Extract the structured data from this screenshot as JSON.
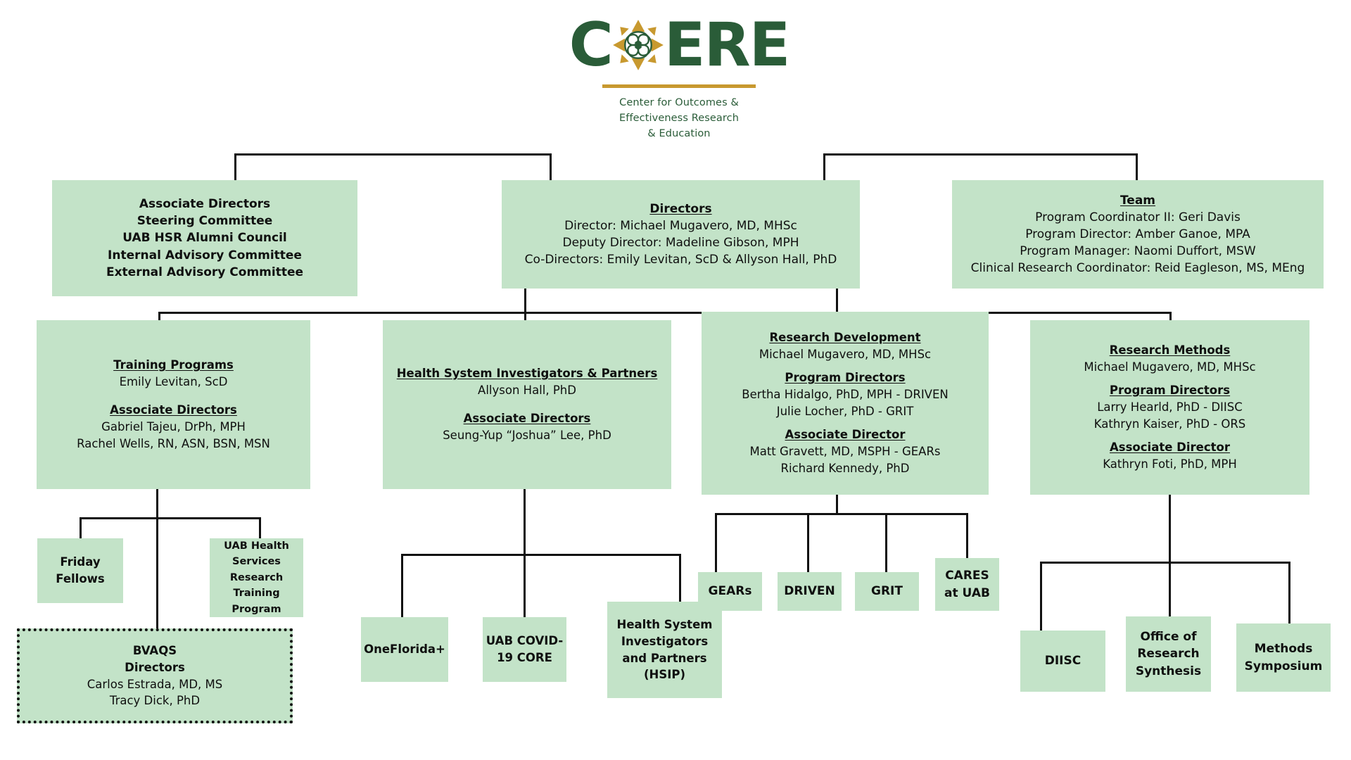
{
  "logo": {
    "wordmark_left": "C",
    "wordmark_right": "ERE",
    "mark_name": "core-floral-medallion-icon",
    "tagline_line1": "Center for Outcomes &",
    "tagline_line2": "Effectiveness Research",
    "tagline_line3": "& Education",
    "colors": {
      "green": "#2a5c38",
      "gold": "#c8992f",
      "box_green": "#c3e3c8",
      "line": "#111111"
    }
  },
  "nodes": {
    "associate_directors": {
      "lines": [
        "Associate Directors",
        "Steering Committee",
        "UAB HSR Alumni Council",
        "Internal Advisory Committee",
        "External Advisory Committee"
      ]
    },
    "directors": {
      "title": "Directors",
      "lines": [
        "Director: Michael Mugavero, MD, MHSc",
        "Deputy Director: Madeline Gibson, MPH",
        "Co-Directors: Emily Levitan, ScD & Allyson Hall, PhD"
      ]
    },
    "team": {
      "title": "Team",
      "lines": [
        "Program Coordinator II: Geri Davis",
        "Program Director: Amber Ganoe, MPA",
        "Program Manager: Naomi Duffort, MSW",
        "Clinical Research Coordinator: Reid Eagleson, MS, MEng"
      ]
    },
    "training_programs": {
      "title": "Training Programs",
      "lead": "Emily Levitan, ScD",
      "subtitle": "Associate Directors",
      "members": [
        "Gabriel Tajeu, DrPh, MPH",
        "Rachel Wells, RN, ASN, BSN, MSN"
      ]
    },
    "health_system": {
      "title": "Health System Investigators & Partners",
      "lead": "Allyson Hall, PhD",
      "subtitle": "Associate Directors",
      "members": [
        "Seung-Yup “Joshua” Lee, PhD"
      ]
    },
    "research_development": {
      "title": "Research Development",
      "lead": "Michael Mugavero, MD, MHSc",
      "subtitle_1": "Program Directors",
      "members_1": [
        "Bertha Hidalgo, PhD, MPH - DRIVEN",
        "Julie Locher, PhD - GRIT"
      ],
      "subtitle_2": "Associate Director",
      "members_2": [
        "Matt Gravett, MD, MSPH - GEARs",
        "Richard Kennedy, PhD"
      ]
    },
    "research_methods": {
      "title": "Research Methods",
      "lead": "Michael Mugavero, MD, MHSc",
      "subtitle_1": "Program Directors",
      "members_1": [
        "Larry Hearld, PhD - DIISC",
        "Kathryn Kaiser, PhD - ORS"
      ],
      "subtitle_2": "Associate Director",
      "members_2": [
        "Kathryn Foti, PhD, MPH"
      ]
    },
    "friday_fellows": {
      "line1": "Friday",
      "line2": "Fellows"
    },
    "uab_hsrtp": {
      "line1": "UAB Health",
      "line2": "Services",
      "line3": "Research",
      "line4": "Training",
      "line5": "Program"
    },
    "bvaqs": {
      "line1": "BVAQS",
      "line2": "Directors",
      "line3": "Carlos Estrada, MD, MS",
      "line4": "Tracy Dick, PhD"
    },
    "onefloridaplus": {
      "label": "OneFlorida+"
    },
    "uab_covid_core": {
      "line1": "UAB COVID-",
      "line2": "19 CORE"
    },
    "hsip": {
      "line1": "Health System",
      "line2": "Investigators",
      "line3": "and Partners",
      "line4": "(HSIP)"
    },
    "gears": {
      "label": "GEARs"
    },
    "driven": {
      "label": "DRIVEN"
    },
    "grit": {
      "label": "GRIT"
    },
    "cares_at_uab": {
      "line1": "CARES",
      "line2": "at UAB"
    },
    "diisc": {
      "label": "DIISC"
    },
    "office_research_synthesis": {
      "line1": "Office of",
      "line2": "Research",
      "line3": "Synthesis"
    },
    "methods_symposium": {
      "line1": "Methods",
      "line2": "Symposium"
    }
  }
}
